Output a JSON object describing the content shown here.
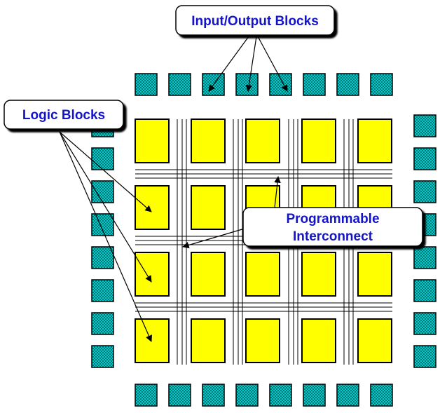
{
  "labels": {
    "io_blocks": "Input/Output Blocks",
    "logic_blocks": "Logic Blocks",
    "interconnect_line1": "Programmable",
    "interconnect_line2": "Interconnect"
  },
  "colors": {
    "io_block_fill": "#00cccc",
    "logic_block_fill": "#ffff00",
    "label_text": "#1414c8",
    "outline": "#000000"
  },
  "grid": {
    "logic_rows": 4,
    "logic_cols": 5,
    "io_top_count": 8,
    "io_bottom_count": 8,
    "io_left_count": 8,
    "io_right_count": 8
  }
}
